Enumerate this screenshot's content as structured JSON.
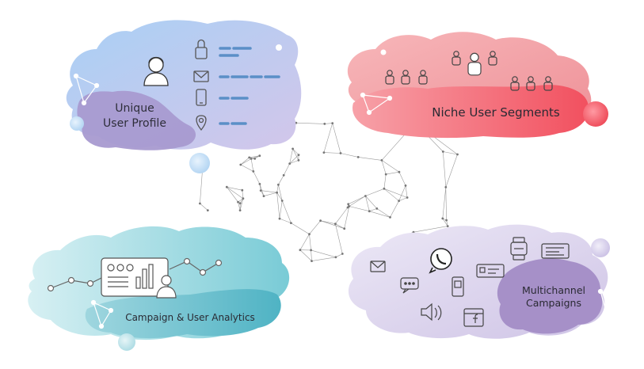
{
  "clouds": {
    "profile": {
      "label_line1": "Unique",
      "label_line2": "User Profile"
    },
    "segments": {
      "label": "Niche User Segments"
    },
    "analytics": {
      "label": "Campaign & User Analytics"
    },
    "multichannel": {
      "label_line1": "Multichannel",
      "label_line2": "Campaigns"
    }
  },
  "colors": {
    "profile_blue": "#bcd6f2",
    "profile_purple": "#a89ad0",
    "segments_pink": "#f5a3a8",
    "segments_red": "#f2606c",
    "analytics_teal": "#5fbfcc",
    "analytics_light": "#c5e8ee",
    "multichannel_lavender": "#d6d0ea",
    "multichannel_purple": "#a690c8",
    "icon_gray": "#666666",
    "dash_blue": "#5b8fc7",
    "network_gray": "#8a8a8a"
  },
  "icons": [
    "person-icon",
    "lock-icon",
    "envelope-icon",
    "phone-icon",
    "location-pin-icon",
    "group-people-icon",
    "dashboard-icon",
    "user-icon",
    "whatsapp-icon",
    "chat-bubble-icon",
    "mobile-icon",
    "speaker-icon",
    "card-icon",
    "smartwatch-icon",
    "message-card-icon",
    "facebook-icon"
  ]
}
